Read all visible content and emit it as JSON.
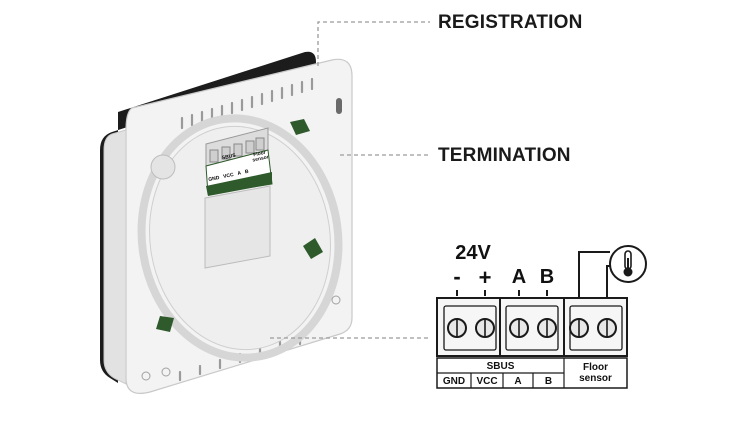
{
  "callouts": {
    "registration": "REGISTRATION",
    "termination": "TERMINATION"
  },
  "device_label": {
    "bus": "SBUS",
    "pins": [
      "GND",
      "VCC",
      "A",
      "B"
    ],
    "floor_line1": "Floor",
    "floor_line2": "sensor"
  },
  "terminal_block": {
    "voltage": "24V",
    "minus": "-",
    "plus": "+",
    "a": "A",
    "b": "B",
    "bus_label": "SBUS",
    "pins": [
      "GND",
      "VCC",
      "A",
      "B"
    ],
    "floor_line1": "Floor",
    "floor_line2": "sensor",
    "sensor_icon": "thermometer-icon"
  },
  "colors": {
    "accent_green": "#2f5a2c",
    "housing": "#f4f4f4",
    "outline": "#1a1a1a"
  }
}
